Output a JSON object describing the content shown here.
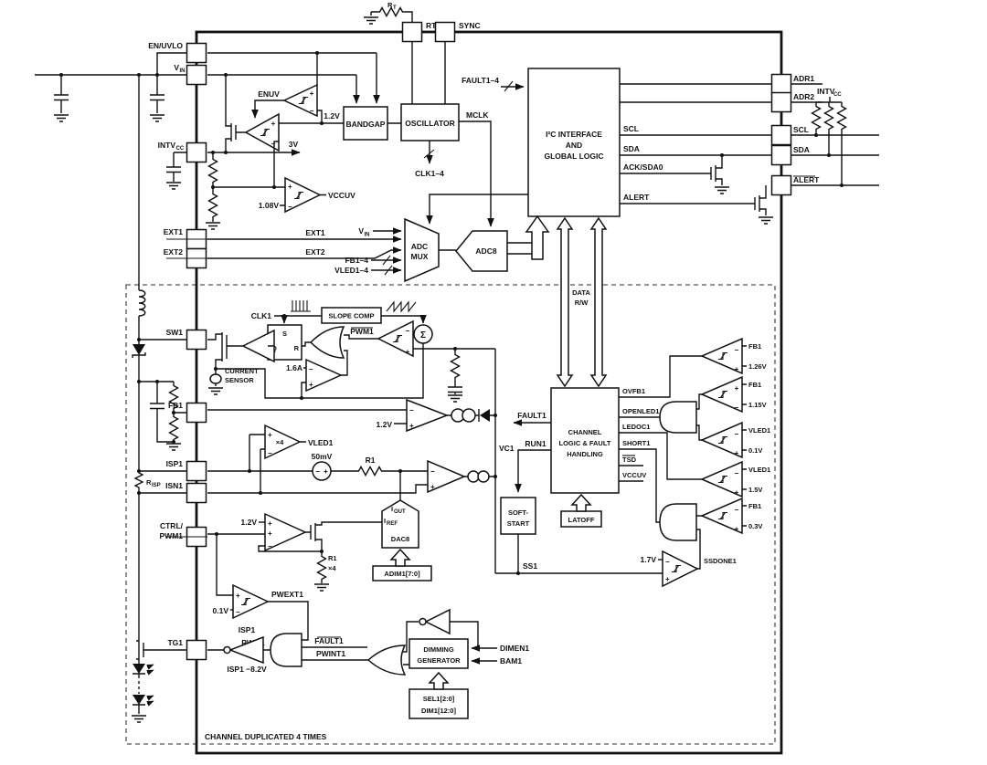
{
  "colors": {
    "line": "#111111",
    "background": "#ffffff"
  },
  "labels": {
    "en_uvlo": "EN/UVLO",
    "vin_m": "V",
    "vin_s": "IN",
    "intvcc_m": "INTV",
    "intvcc_s": "CC",
    "ext1": "EXT1",
    "ext2": "EXT2",
    "sw1": "SW1",
    "fb1": "FB1",
    "isp1": "ISP1",
    "isn1": "ISN1",
    "ctrl1": "CTRL/",
    "ctrl2": "PWM1",
    "tg1": "TG1",
    "rt_m": "R",
    "rt_s": "T",
    "rt_pin": "RT",
    "sync": "SYNC",
    "adr1": "ADR1",
    "adr2": "ADR2",
    "scl_pin": "SCL",
    "sda_pin": "SDA",
    "alert_pin": "ALERT",
    "intvcc2_m": "INTV",
    "intvcc2_s": "CC",
    "bandgap": "BANDGAP",
    "oscillator": "OSCILLATOR",
    "i2c1": "I²C INTERFACE",
    "i2c2": "AND",
    "i2c3": "GLOBAL LOGIC",
    "mclk": "MCLK",
    "clk14": "CLK1–4",
    "fault14": "FAULT1–4",
    "scl_int": "SCL",
    "sda_int": "SDA",
    "ack": "ACK/SDA0",
    "alert_int": "ALERT",
    "enuv": "ENUV",
    "v12a": "1.2V",
    "v3": "3V",
    "vccuv_out": "VCCUV",
    "v108": "1.08V",
    "adc1": "ADC",
    "adc2": "MUX",
    "adc8": "ADC8",
    "vin2_m": "V",
    "vin2_s": "IN",
    "ext1w": "EXT1",
    "ext2w": "EXT2",
    "fb14": "FB1–4",
    "vled14": "VLED1–4",
    "clk1": "CLK1",
    "slope": "SLOPE COMP",
    "pwm1b": "PWM1",
    "s": "S",
    "q": "Q",
    "r": "R",
    "sigma": "Σ",
    "a16": "1.6A",
    "cs1": "CURRENT",
    "cs2": "SENSOR",
    "data1": "DATA",
    "data2": "R/W",
    "fault1": "FAULT1",
    "run1": "RUN1",
    "vc1": "VC1",
    "ch1": "CHANNEL",
    "ch2": "LOGIC & FAULT",
    "ch3": "HANDLING",
    "ovfb1": "OVFB1",
    "openled1": "OPENLED1",
    "ledoc1": "LEDOC1",
    "short1": "SHORT1",
    "tsd": "TSD",
    "vccuv2": "VCCUV",
    "fb1a": "FB1",
    "v126": "1.26V",
    "fb1b": "FB1",
    "v115": "1.15V",
    "vled1a": "VLED1",
    "v01": "0.1V",
    "vled1b": "VLED1",
    "v15": "1.5V",
    "fb1c": "FB1",
    "v03": "0.3V",
    "ss_1": "SOFT-",
    "ss_2": "START",
    "latoff": "LATOFF",
    "ssdone1": "SSDONE1",
    "v17": "1.7V",
    "ss1": "SS1",
    "v12b": "1.2V",
    "x4": "×4",
    "vled1o": "VLED1",
    "mv50": "50mV",
    "r1": "R1",
    "iout_m": "I",
    "iout_s": "OUT",
    "iref_m": "I",
    "iref_s": "REF",
    "dac8": "DAC8",
    "adim": "ADIM1[7:0]",
    "v12c": "1.2V",
    "r1b": "R1",
    "x4b": "×4",
    "v01b": "0.1V",
    "pwext1": "PWEXT1",
    "isp1r": "ISP1",
    "isp1n": "ISP1 −8.2V",
    "pwm1o": "PWM1",
    "fault1b": "FAULT1",
    "pwint1": "PWINT1",
    "dim1": "DIMMING",
    "dim2": "GENERATOR",
    "dimen1": "DIMEN1",
    "bam1": "BAM1",
    "sel": "SEL1[2:0]",
    "dimb": "DIM1[12:0]",
    "risp_m": "R",
    "risp_s": "ISP",
    "chdup": "CHANNEL DUPLICATED 4 TIMES",
    "plus": "+",
    "minus": "−"
  }
}
